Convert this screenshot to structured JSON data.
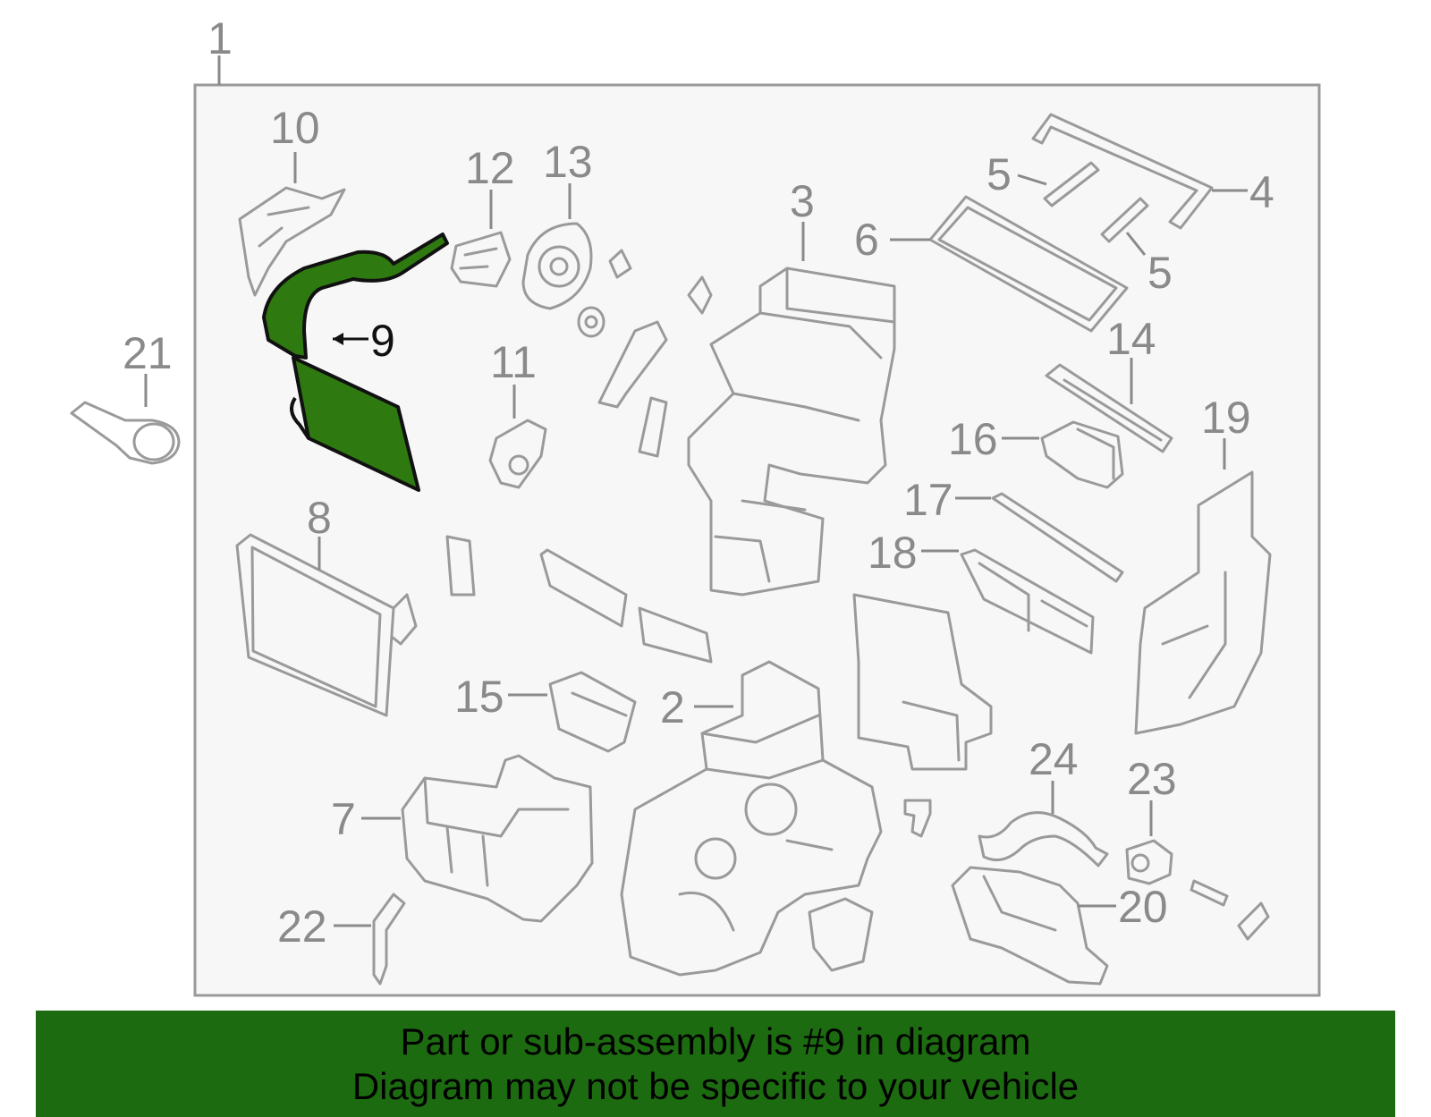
{
  "diagram": {
    "callouts": [
      {
        "id": "1",
        "label": "1"
      },
      {
        "id": "2",
        "label": "2"
      },
      {
        "id": "3",
        "label": "3"
      },
      {
        "id": "4",
        "label": "4"
      },
      {
        "id": "5a",
        "label": "5"
      },
      {
        "id": "5b",
        "label": "5"
      },
      {
        "id": "6",
        "label": "6"
      },
      {
        "id": "7",
        "label": "7"
      },
      {
        "id": "8",
        "label": "8"
      },
      {
        "id": "9",
        "label": "9"
      },
      {
        "id": "10",
        "label": "10"
      },
      {
        "id": "11",
        "label": "11"
      },
      {
        "id": "12",
        "label": "12"
      },
      {
        "id": "13",
        "label": "13"
      },
      {
        "id": "14",
        "label": "14"
      },
      {
        "id": "15",
        "label": "15"
      },
      {
        "id": "16",
        "label": "16"
      },
      {
        "id": "17",
        "label": "17"
      },
      {
        "id": "18",
        "label": "18"
      },
      {
        "id": "19",
        "label": "19"
      },
      {
        "id": "20",
        "label": "20"
      },
      {
        "id": "21",
        "label": "21"
      },
      {
        "id": "22",
        "label": "22"
      },
      {
        "id": "23",
        "label": "23"
      },
      {
        "id": "24",
        "label": "24"
      }
    ],
    "highlight_part": "9",
    "colors": {
      "highlight": "#2e7a10",
      "frame": "#9a9a9a",
      "background": "#f7f7f7",
      "banner": "#1d6b10"
    }
  },
  "banner": {
    "line1": "Part or sub-assembly is #9 in diagram",
    "line2": "Diagram may not be specific to your vehicle"
  }
}
